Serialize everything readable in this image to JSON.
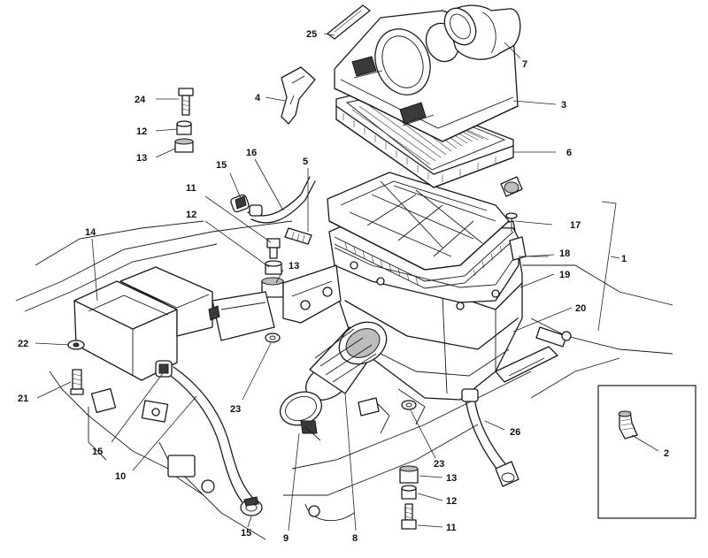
{
  "diagram": {
    "callouts": [
      {
        "id": "c25",
        "text": "25"
      },
      {
        "id": "c7",
        "text": "7"
      },
      {
        "id": "c3",
        "text": "3"
      },
      {
        "id": "c4",
        "text": "4"
      },
      {
        "id": "c24",
        "text": "24"
      },
      {
        "id": "c12a",
        "text": "12"
      },
      {
        "id": "c13a",
        "text": "13"
      },
      {
        "id": "c6",
        "text": "6"
      },
      {
        "id": "c15a",
        "text": "15"
      },
      {
        "id": "c16",
        "text": "16"
      },
      {
        "id": "c5",
        "text": "5"
      },
      {
        "id": "c11a",
        "text": "11"
      },
      {
        "id": "c17",
        "text": "17"
      },
      {
        "id": "c12b",
        "text": "12"
      },
      {
        "id": "c14",
        "text": "14"
      },
      {
        "id": "c13b",
        "text": "13"
      },
      {
        "id": "c18",
        "text": "18"
      },
      {
        "id": "c1",
        "text": "1"
      },
      {
        "id": "c19",
        "text": "19"
      },
      {
        "id": "c20",
        "text": "20"
      },
      {
        "id": "c22",
        "text": "22"
      },
      {
        "id": "c21",
        "text": "21"
      },
      {
        "id": "c23a",
        "text": "23"
      },
      {
        "id": "c26",
        "text": "26"
      },
      {
        "id": "c15b",
        "text": "15"
      },
      {
        "id": "c2",
        "text": "2"
      },
      {
        "id": "c10",
        "text": "10"
      },
      {
        "id": "c23b",
        "text": "23"
      },
      {
        "id": "c13c",
        "text": "13"
      },
      {
        "id": "c12c",
        "text": "12"
      },
      {
        "id": "c9",
        "text": "9"
      },
      {
        "id": "c8",
        "text": "8"
      },
      {
        "id": "c11b",
        "text": "11"
      },
      {
        "id": "c15c",
        "text": "15"
      }
    ]
  }
}
